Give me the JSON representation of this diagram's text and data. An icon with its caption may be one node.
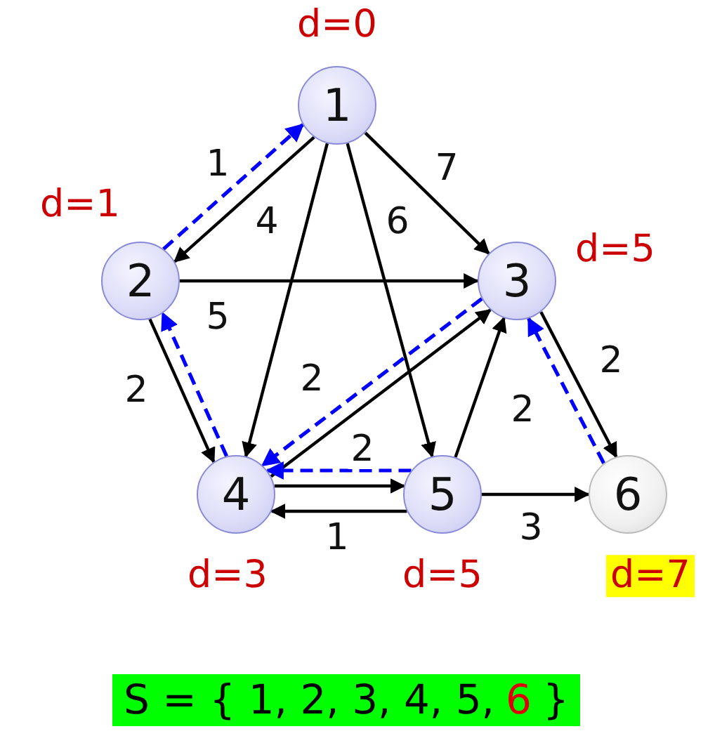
{
  "diagram": {
    "nodes": [
      {
        "text": [
          "1"
        ],
        "beside": [
          "d=0"
        ]
      },
      {
        "text": [
          "2"
        ],
        "beside": [
          "d=1"
        ]
      },
      {
        "text": [
          "3"
        ],
        "beside": [
          "d=5"
        ]
      },
      {
        "text": [
          "4"
        ],
        "beside": [
          "d=3"
        ]
      },
      {
        "text": [
          "5"
        ],
        "beside": [
          "d=5"
        ]
      },
      {
        "text": [
          "6"
        ],
        "beside": [
          "d=7"
        ]
      }
    ],
    "edges": [
      {
        "from": 0,
        "to": 1,
        "arrow": "to",
        "label": "1"
      },
      {
        "from": 0,
        "to": 3,
        "arrow": "to",
        "label": "4"
      },
      {
        "from": 0,
        "to": 4,
        "arrow": "to",
        "label": "6"
      },
      {
        "from": 0,
        "to": 2,
        "arrow": "to",
        "label": "7"
      },
      {
        "from": 1,
        "to": 2,
        "arrow": "to",
        "label": "5"
      },
      {
        "from": 1,
        "to": 3,
        "arrow": "to",
        "label": "2"
      },
      {
        "from": 3,
        "to": 2,
        "arrow": "to",
        "label": "2"
      },
      {
        "from": 4,
        "to": 2,
        "arrow": "to",
        "label": "2"
      },
      {
        "from": 2,
        "to": 5,
        "arrow": "to",
        "label": "2"
      },
      {
        "from": 3,
        "to": 4,
        "arrow": "to",
        "label": "2"
      },
      {
        "from": 4,
        "to": 3,
        "arrow": "to",
        "label": "1"
      },
      {
        "from": 4,
        "to": 5,
        "arrow": "to",
        "label": "3"
      },
      {
        "from": 1,
        "to": 0,
        "arrow": "to",
        "style": "dashed",
        "color": "#0000ff"
      },
      {
        "from": 3,
        "to": 1,
        "arrow": "to",
        "style": "dashed",
        "color": "#0000ff"
      },
      {
        "from": 2,
        "to": 3,
        "arrow": "to",
        "style": "dashed",
        "color": "#0000ff"
      },
      {
        "from": 4,
        "to": 3,
        "arrow": "to",
        "style": "dashed",
        "color": "#0000ff"
      },
      {
        "from": 5,
        "to": 2,
        "arrow": "to",
        "style": "dashed",
        "color": "#0000ff"
      }
    ],
    "labels": [
      "S = { 1, 2, 3, 4, 5,",
      "6",
      "}"
    ]
  }
}
